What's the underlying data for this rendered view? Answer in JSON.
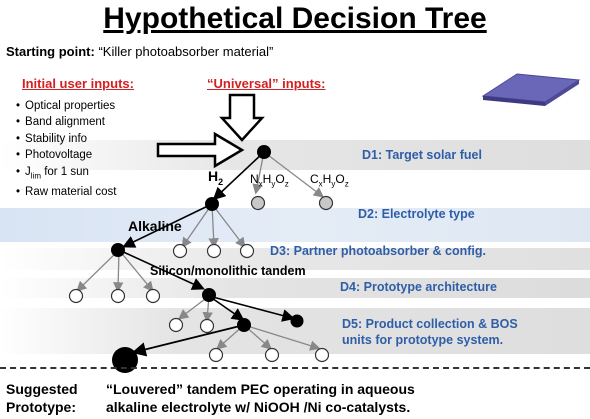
{
  "title": "Hypothetical Decision Tree",
  "starting_point": {
    "label": "Starting point:",
    "value": "“Killer photoabsorber material”"
  },
  "initial_inputs": {
    "heading": "Initial user inputs:",
    "items": [
      "Optical properties",
      "Band alignment",
      "Stability info",
      "Photovoltage",
      "J",
      "Raw material cost"
    ],
    "jlim": {
      "symbol": "J",
      "sub": "lim",
      "rest": " for 1 sun"
    }
  },
  "universal_inputs": {
    "heading": "“Universal” inputs:"
  },
  "branch_labels": {
    "h2": {
      "main": "H",
      "sub": "2"
    },
    "nxhyoz": [
      "N",
      "x",
      "H",
      "y",
      "O",
      "z"
    ],
    "cxhyoz": [
      "C",
      "x",
      "H",
      "y",
      "O",
      "z"
    ],
    "alkaline": "Alkaline",
    "silicon": "Silicon/monolithic tandem"
  },
  "levels": {
    "d1": "D1: Target solar fuel",
    "d2": "D2: Electrolyte type",
    "d3": "D3: Partner photoabsorber & config.",
    "d4": "D4: Prototype architecture",
    "d5_line1": "D5: Product collection & BOS",
    "d5_line2": "units for prototype system."
  },
  "suggested": {
    "label_line1": "Suggested",
    "label_line2": "Prototype:",
    "text_line1": "“Louvered” tandem PEC operating in aqueous",
    "text_line2": "alkaline electrolyte w/ NiOOH /Ni co-catalysts."
  },
  "colors": {
    "level_text": "#2e5ea8",
    "inputs_text": "#d42020",
    "band": "#dcdcdc",
    "band_alt": "#dce6f4",
    "node_open": "#c8c8c8",
    "panel": "#6a66b8"
  }
}
